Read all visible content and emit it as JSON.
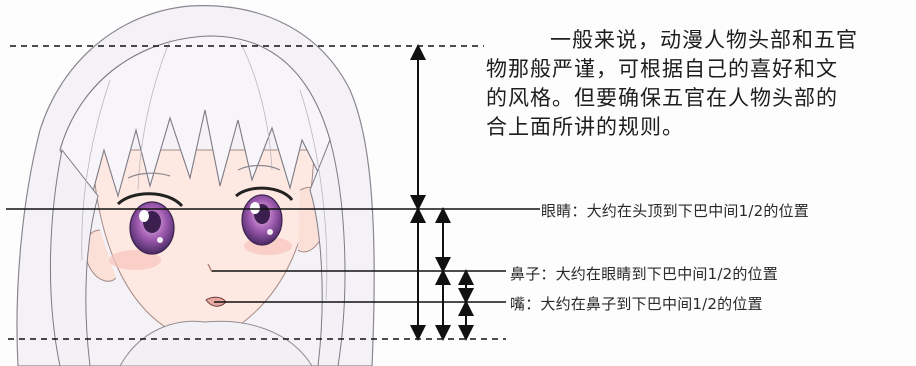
{
  "paragraph": {
    "line1": "一般来说，动漫人物头部和五官",
    "line2": "物那般严谨，可根据自己的喜好和文",
    "line3": "的风格。但要确保五官在人物头部的",
    "line4": "合上面所讲的规则。"
  },
  "annotations": {
    "eye": "眼睛：大约在头顶到下巴中间1/2的位置",
    "nose": "鼻子：大约在眼睛到下巴中间1/2的位置",
    "mouth": "嘴：大约在鼻子到下巴中间1/2的位置"
  },
  "colors": {
    "hair": "#f4f1f6",
    "skin": "#fbe3dc",
    "blush": "#f6b8b4",
    "eye_iris": "#8a4f9e",
    "line": "#111111"
  }
}
